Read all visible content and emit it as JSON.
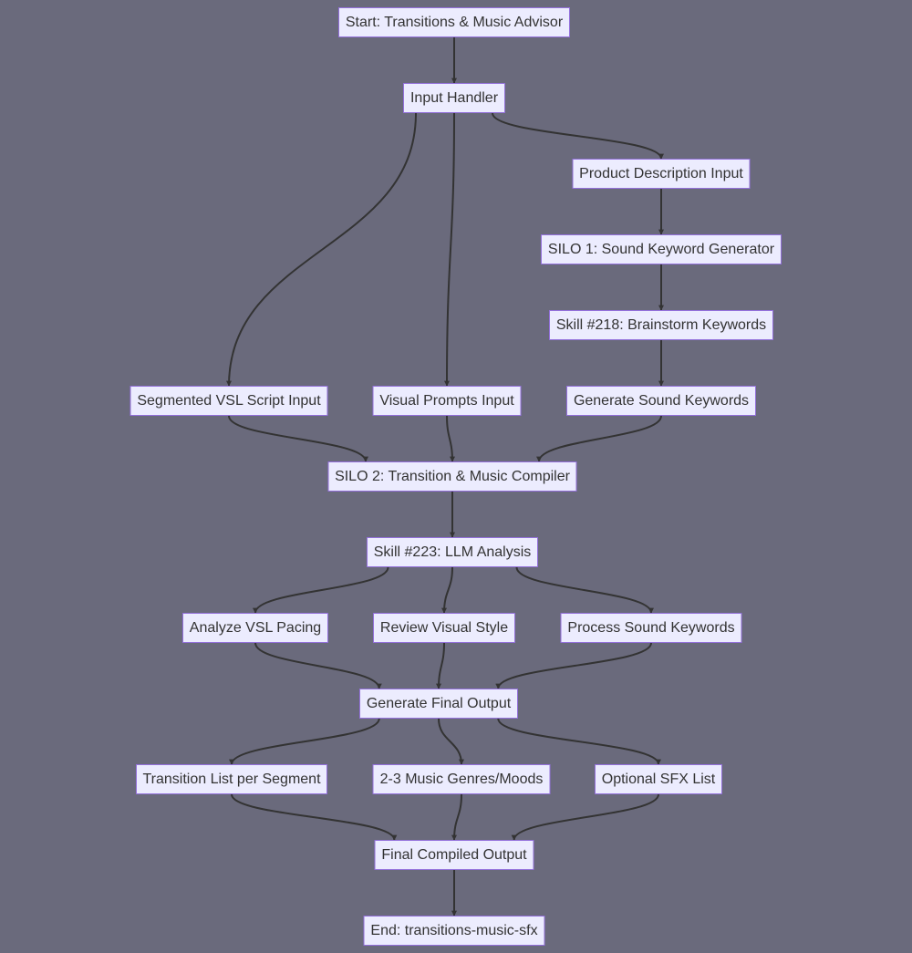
{
  "diagram": {
    "nodes": {
      "start": {
        "label": "Start: Transitions & Music Advisor"
      },
      "input_handler": {
        "label": "Input Handler"
      },
      "product_description_input": {
        "label": "Product Description Input"
      },
      "silo1_sound_keyword_generator": {
        "label": "SILO 1: Sound Keyword Generator"
      },
      "skill218_brainstorm_keywords": {
        "label": "Skill #218: Brainstorm Keywords"
      },
      "segmented_vsl_script_input": {
        "label": "Segmented VSL Script Input"
      },
      "visual_prompts_input": {
        "label": "Visual Prompts Input"
      },
      "generate_sound_keywords": {
        "label": "Generate Sound Keywords"
      },
      "silo2_transition_music_compiler": {
        "label": "SILO 2: Transition & Music Compiler"
      },
      "skill223_llm_analysis": {
        "label": "Skill #223: LLM Analysis"
      },
      "analyze_vsl_pacing": {
        "label": "Analyze VSL Pacing"
      },
      "review_visual_style": {
        "label": "Review Visual Style"
      },
      "process_sound_keywords": {
        "label": "Process Sound Keywords"
      },
      "generate_final_output": {
        "label": "Generate Final Output"
      },
      "transition_list_per_segment": {
        "label": "Transition List per Segment"
      },
      "music_genres_moods": {
        "label": "2-3 Music Genres/Moods"
      },
      "optional_sfx_list": {
        "label": "Optional SFX List"
      },
      "final_compiled_output": {
        "label": "Final Compiled Output"
      },
      "end": {
        "label": "End: transitions-music-sfx"
      }
    },
    "edges": [
      {
        "from": "start",
        "to": "input_handler"
      },
      {
        "from": "input_handler",
        "to": "segmented_vsl_script_input"
      },
      {
        "from": "input_handler",
        "to": "visual_prompts_input"
      },
      {
        "from": "input_handler",
        "to": "product_description_input"
      },
      {
        "from": "product_description_input",
        "to": "silo1_sound_keyword_generator"
      },
      {
        "from": "silo1_sound_keyword_generator",
        "to": "skill218_brainstorm_keywords"
      },
      {
        "from": "skill218_brainstorm_keywords",
        "to": "generate_sound_keywords"
      },
      {
        "from": "segmented_vsl_script_input",
        "to": "silo2_transition_music_compiler"
      },
      {
        "from": "visual_prompts_input",
        "to": "silo2_transition_music_compiler"
      },
      {
        "from": "generate_sound_keywords",
        "to": "silo2_transition_music_compiler"
      },
      {
        "from": "silo2_transition_music_compiler",
        "to": "skill223_llm_analysis"
      },
      {
        "from": "skill223_llm_analysis",
        "to": "analyze_vsl_pacing"
      },
      {
        "from": "skill223_llm_analysis",
        "to": "review_visual_style"
      },
      {
        "from": "skill223_llm_analysis",
        "to": "process_sound_keywords"
      },
      {
        "from": "analyze_vsl_pacing",
        "to": "generate_final_output"
      },
      {
        "from": "review_visual_style",
        "to": "generate_final_output"
      },
      {
        "from": "process_sound_keywords",
        "to": "generate_final_output"
      },
      {
        "from": "generate_final_output",
        "to": "transition_list_per_segment"
      },
      {
        "from": "generate_final_output",
        "to": "music_genres_moods"
      },
      {
        "from": "generate_final_output",
        "to": "optional_sfx_list"
      },
      {
        "from": "transition_list_per_segment",
        "to": "final_compiled_output"
      },
      {
        "from": "music_genres_moods",
        "to": "final_compiled_output"
      },
      {
        "from": "optional_sfx_list",
        "to": "final_compiled_output"
      },
      {
        "from": "final_compiled_output",
        "to": "end"
      }
    ]
  }
}
